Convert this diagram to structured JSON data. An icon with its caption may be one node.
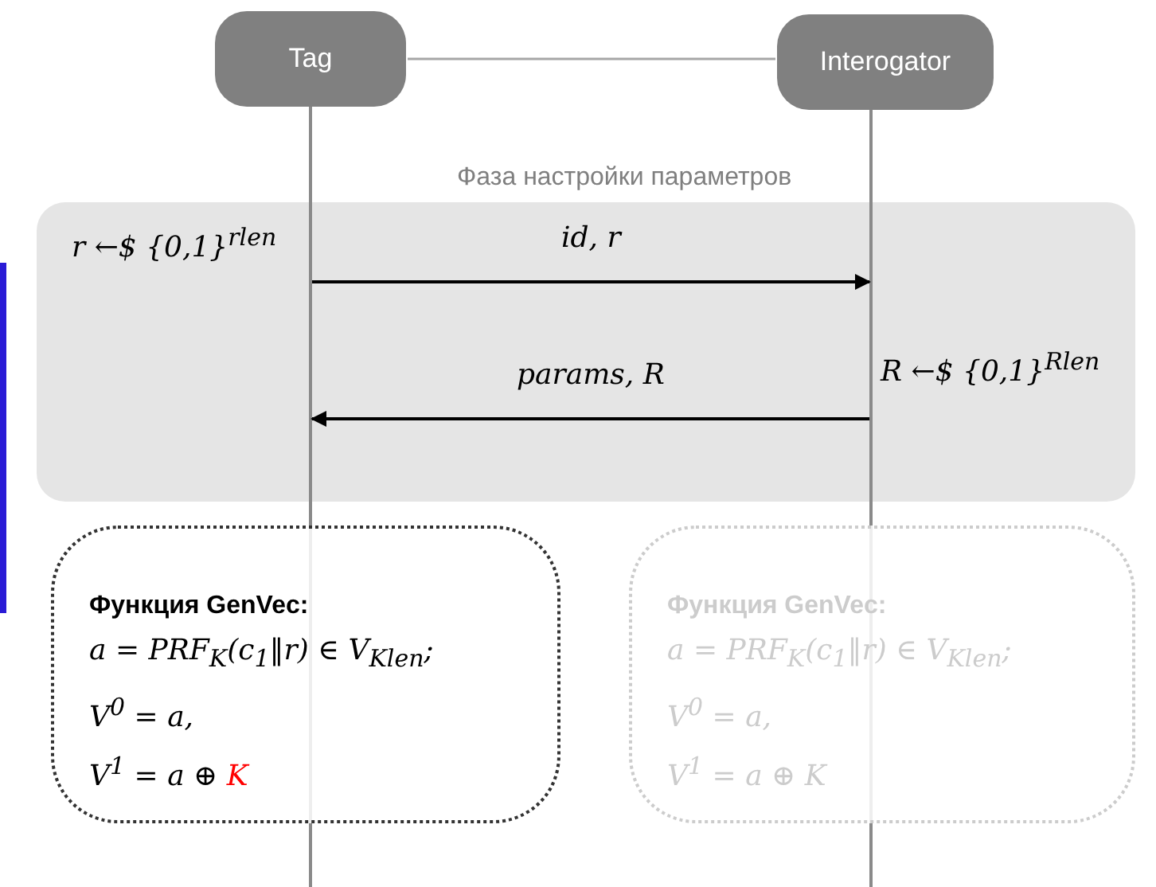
{
  "diagram": {
    "nodes": [
      {
        "text": [
          "Tag"
        ]
      },
      {
        "text": [
          "Interogator"
        ]
      },
      {
        "text": [
          "Фаза настройки параметров"
        ]
      },
      {
        "text": [
          "Функция GenVec:",
          "a = PRF$_{K}$(c$_{1}$‖r) ∈ V$_{Klen}$;",
          "V$^{0}$ = a,",
          "V$^{1}$ = a ⊕ K"
        ]
      },
      {
        "text": [
          "Функция GenVec:",
          "a = PRF$_{K}$(c$_{1}$‖r) ∈ V$_{Klen}$;",
          "V$^{0}$ = a,",
          "V$^{1}$ = a ⊕ K"
        ]
      }
    ],
    "edges": [
      {
        "from": 0,
        "to": 1,
        "arrow": "none",
        "color": "#a6a6a6"
      },
      {
        "from": 0,
        "to": 1,
        "arrow": "to",
        "label": "id, r"
      },
      {
        "from": 1,
        "to": 0,
        "arrow": "to",
        "label": "params, R"
      }
    ],
    "labels": [
      "r ←$ {0,1}$^{rlen}$",
      "R ←$ {0,1}$^{Rlen}$"
    ]
  }
}
